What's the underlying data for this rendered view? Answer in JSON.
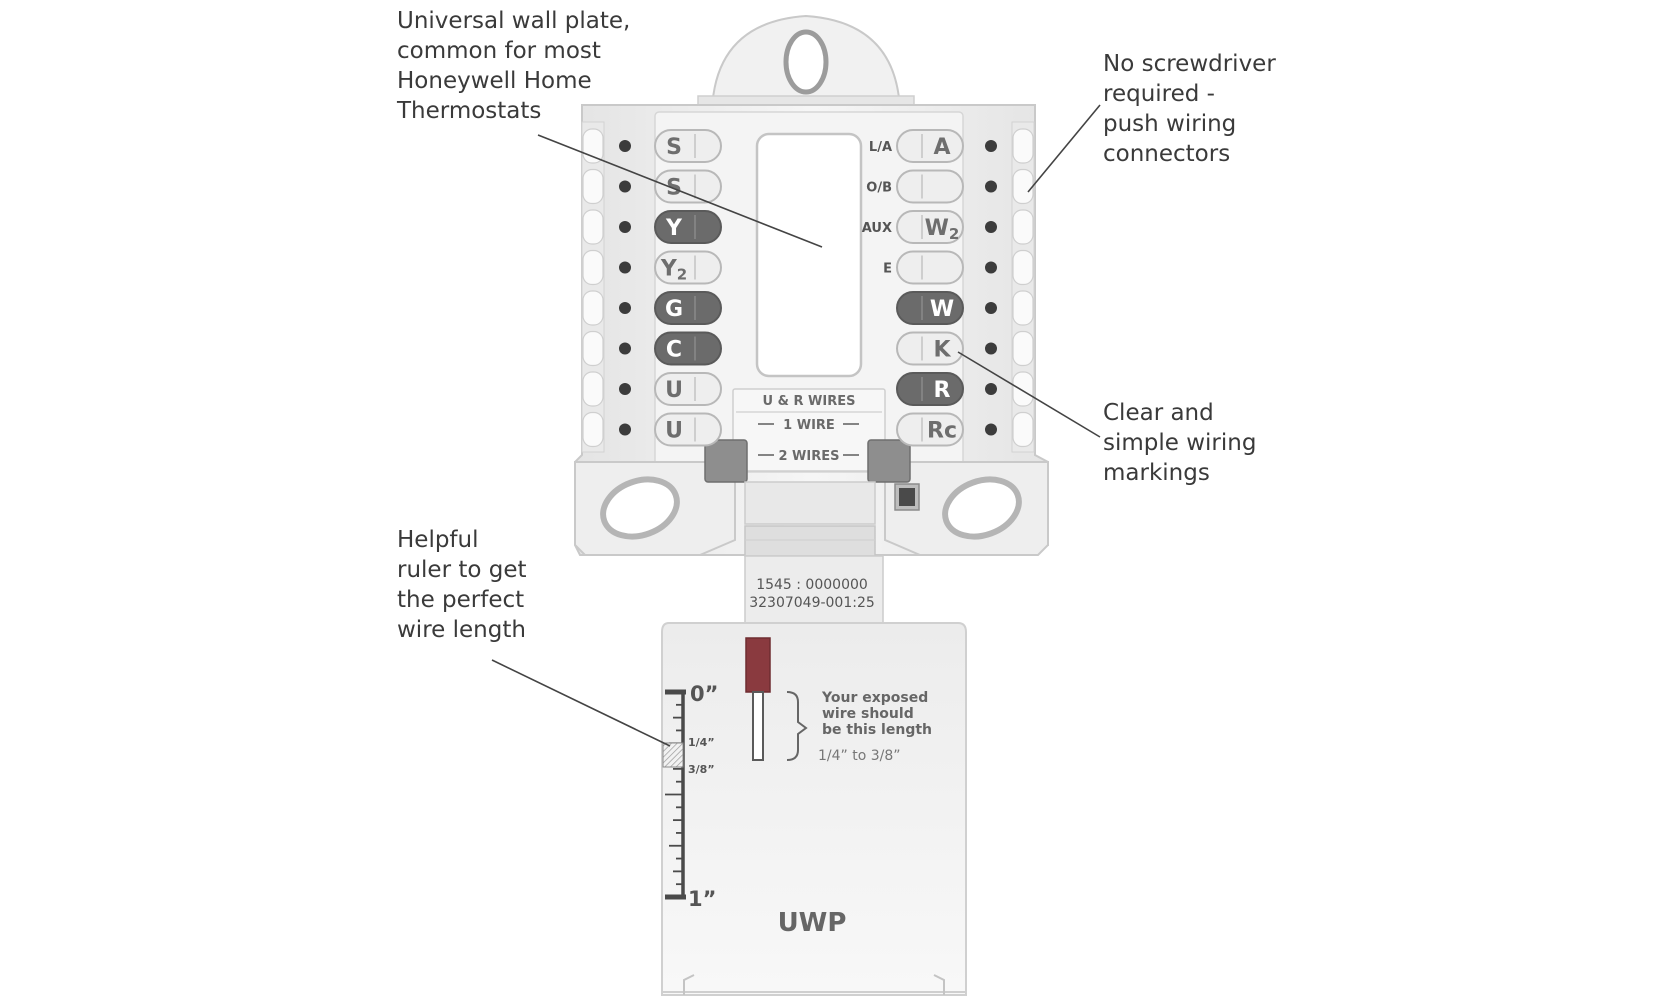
{
  "callouts": {
    "wall_plate": [
      "Universal wall plate,",
      "common for most",
      "Honeywell Home",
      "Thermostats"
    ],
    "screwdriver": [
      "No screwdriver",
      "required -",
      "push wiring",
      "connectors"
    ],
    "markings": [
      "Clear and",
      "simple wiring",
      "markings"
    ],
    "ruler": [
      "Helpful",
      "ruler to get",
      "the perfect",
      "wire length"
    ]
  },
  "terminals_left": [
    {
      "label": "S",
      "dark": false
    },
    {
      "label": "S",
      "dark": false
    },
    {
      "label": "Y",
      "dark": true
    },
    {
      "label": "Y2",
      "dark": false
    },
    {
      "label": "G",
      "dark": true
    },
    {
      "label": "C",
      "dark": true
    },
    {
      "label": "U",
      "dark": false
    },
    {
      "label": "U",
      "dark": false
    }
  ],
  "terminals_right": [
    {
      "label": "A",
      "side": "L/A",
      "dark": false
    },
    {
      "label": "",
      "side": "O/B",
      "dark": false
    },
    {
      "label": "W2",
      "side": "AUX",
      "dark": false
    },
    {
      "label": "",
      "side": "E",
      "dark": false
    },
    {
      "label": "W",
      "side": "",
      "dark": true
    },
    {
      "label": "K",
      "side": "",
      "dark": false
    },
    {
      "label": "R",
      "side": "",
      "dark": true
    },
    {
      "label": "Rc",
      "side": "",
      "dark": false
    }
  ],
  "ur_wires": {
    "title": "U & R  WIRES",
    "one_wire": "1 WIRE",
    "two_wires": "2 WIRES"
  },
  "serial": {
    "line1": "1545 : 0000000",
    "line2": "32307049-001:25"
  },
  "wire_hint": {
    "lines": [
      "Your exposed",
      "wire should",
      "be this length"
    ],
    "range": "1/4” to 3/8”"
  },
  "ruler": {
    "zero": "0”",
    "quarter": "1/4”",
    "three_eighths": "3/8”",
    "one": "1”"
  },
  "model_label": "UWP",
  "colors": {
    "plate": "#f1f1f1",
    "plate_edge": "#c9c9c9",
    "terminal_dark": "#6b6b6b",
    "terminal_light": "#eeeeee",
    "leader": "#444444",
    "text": "#3a3a3a"
  }
}
